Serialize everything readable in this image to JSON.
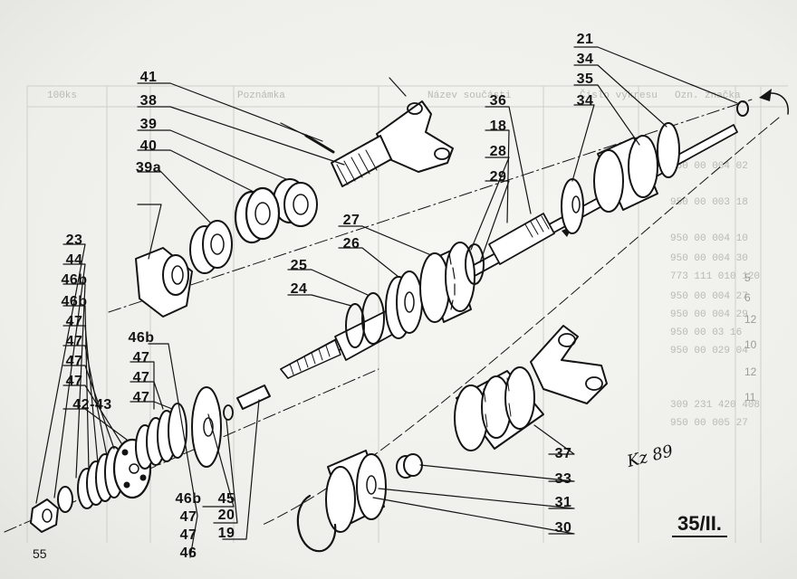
{
  "drawing": {
    "figure_ref": "35/II.",
    "page_number": "55",
    "signature": "Kz 89"
  },
  "labels": {
    "p21": "21",
    "p34a": "34",
    "p35": "35",
    "p34b": "34",
    "p41": "41",
    "p38": "38",
    "p39": "39",
    "p40": "40",
    "p39a": "39a",
    "p36": "36",
    "p18": "18",
    "p28": "28",
    "p29": "29",
    "p27": "27",
    "p26": "26",
    "p25": "25",
    "p24": "24",
    "p23": "23",
    "p44": "44",
    "p46b_1": "46b",
    "p46b_2": "46b",
    "p47_1": "47",
    "p47_2": "47",
    "p47_3": "47",
    "p47_4": "47",
    "p4243": "42-43",
    "p46b_3": "46b",
    "p47_5": "47",
    "p47_6": "47",
    "p47_7": "47",
    "p46b_4": "46b",
    "p47_8": "47",
    "p47_9": "47",
    "p46": "46",
    "p45": "45",
    "p20": "20",
    "p19": "19",
    "p37": "37",
    "p33": "33",
    "p31": "31",
    "p30": "30"
  },
  "show_through": {
    "rows": [
      "950 00 004 02",
      "950 00 003 18",
      "950 00 004 10",
      "950 00 004 30",
      "773 111 010 120",
      "950 00 004 27",
      "950 00 004 29",
      "950 00 03 16",
      "950 00 029 04",
      "309 231 420 408",
      "950 00 005 27"
    ],
    "cols": [
      "100ks",
      "Poznámka",
      "Název součásti",
      "Číslo výkresu",
      "Ozn. značka"
    ],
    "right_nums": [
      "5",
      "6",
      "12",
      "10",
      "12",
      "11"
    ]
  }
}
